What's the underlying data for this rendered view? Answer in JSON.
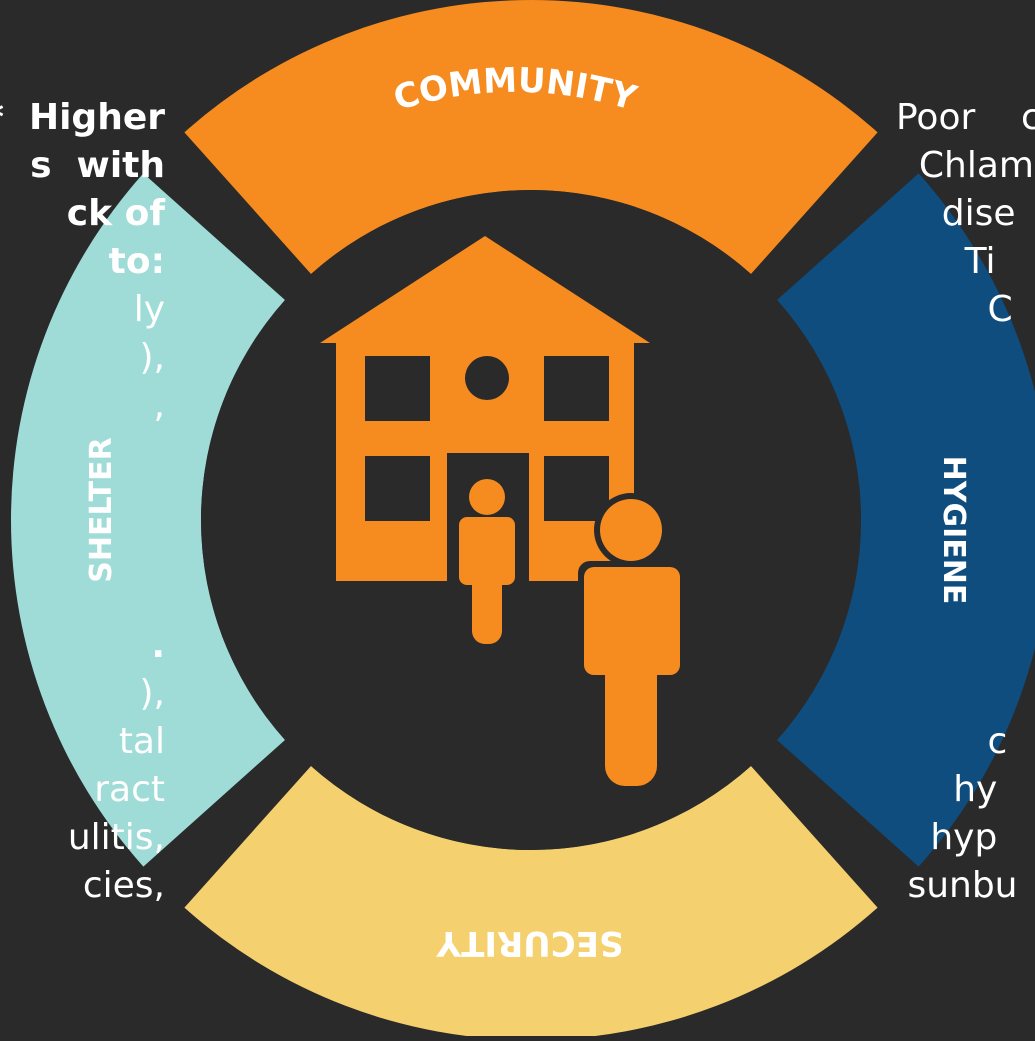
{
  "colors": {
    "background": "#2b2a2b",
    "community": "#f68b1f",
    "hygiene": "#0e4d7e",
    "security": "#f5d06e",
    "shelter": "#9fdcd7",
    "icon": "#f68b1f",
    "center": "#2b2a2b"
  },
  "ring": {
    "community": "COMMUNITY",
    "hygiene": "HYGIENE",
    "security": "SECURITY",
    "shelter": "SHELTER"
  },
  "icons": {
    "house": "house-icon",
    "people": "people-icon"
  },
  "left_text": {
    "lines": [
      {
        "text": "*  Higher",
        "bold": true
      },
      {
        "text": "s  with",
        "bold": true
      },
      {
        "text": "ck of",
        "bold": true
      },
      {
        "text": "to:",
        "bold": true
      },
      {
        "text": "ly",
        "bold": false
      },
      {
        "text": "),",
        "bold": false
      },
      {
        "text": ",",
        "bold": false
      },
      {
        "text": "",
        "bold": false
      },
      {
        "text": "",
        "bold": false
      },
      {
        "text": "",
        "bold": false
      },
      {
        "text": "",
        "bold": false
      },
      {
        "text": ".",
        "bold": true
      },
      {
        "text": "),",
        "bold": false
      },
      {
        "text": "tal",
        "bold": false
      },
      {
        "text": "ract",
        "bold": false
      },
      {
        "text": "ulitis,",
        "bold": false
      },
      {
        "text": "cies,",
        "bold": false
      }
    ]
  },
  "right_text": {
    "lines": [
      {
        "text": "Poor    c"
      },
      {
        "text": "  Chlam"
      },
      {
        "text": "    dise"
      },
      {
        "text": "      Ti"
      },
      {
        "text": "        C"
      },
      {
        "text": ""
      },
      {
        "text": ""
      },
      {
        "text": ""
      },
      {
        "text": ""
      },
      {
        "text": ""
      },
      {
        "text": ""
      },
      {
        "text": ""
      },
      {
        "text": ""
      },
      {
        "text": "        c"
      },
      {
        "text": "     hy"
      },
      {
        "text": "   hyp"
      },
      {
        "text": " sunbu"
      }
    ]
  }
}
